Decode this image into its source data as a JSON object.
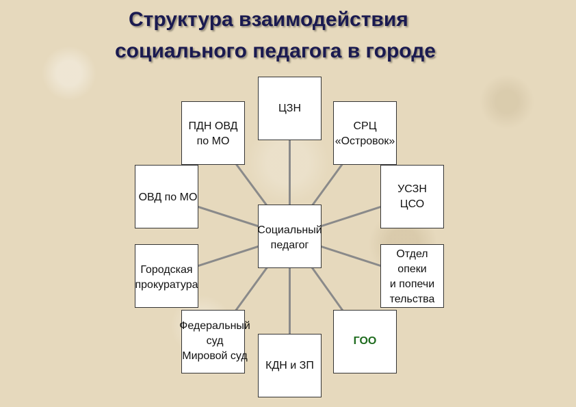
{
  "title": {
    "line1": "Структура взаимодействия",
    "line2": "социального педагога в городе"
  },
  "center": {
    "lines": [
      "Социальный",
      "педагог"
    ]
  },
  "nodes": [
    {
      "id": "czn",
      "lines": [
        "ЦЗН"
      ]
    },
    {
      "id": "src",
      "lines": [
        "СРЦ",
        "«Островок»"
      ]
    },
    {
      "id": "uszn",
      "lines": [
        "УСЗН",
        "ЦСО"
      ]
    },
    {
      "id": "opeka",
      "lines": [
        "Отдел",
        "опеки",
        "и попечи",
        "тельства"
      ]
    },
    {
      "id": "goo",
      "lines": [
        "ГОО"
      ]
    },
    {
      "id": "kdn",
      "lines": [
        "КДН и ЗП"
      ]
    },
    {
      "id": "sud",
      "lines": [
        "Федеральный",
        "суд",
        "Мировой суд"
      ]
    },
    {
      "id": "prok",
      "lines": [
        "Городская",
        "прокуратура"
      ]
    },
    {
      "id": "ovd",
      "lines": [
        "ОВД по МО"
      ]
    },
    {
      "id": "pdn",
      "lines": [
        "ПДН ОВД",
        "по МО"
      ]
    }
  ],
  "colors": {
    "title": "#1a1a50",
    "line": "#8a8a8a",
    "goo_text": "#1e6b1e"
  }
}
